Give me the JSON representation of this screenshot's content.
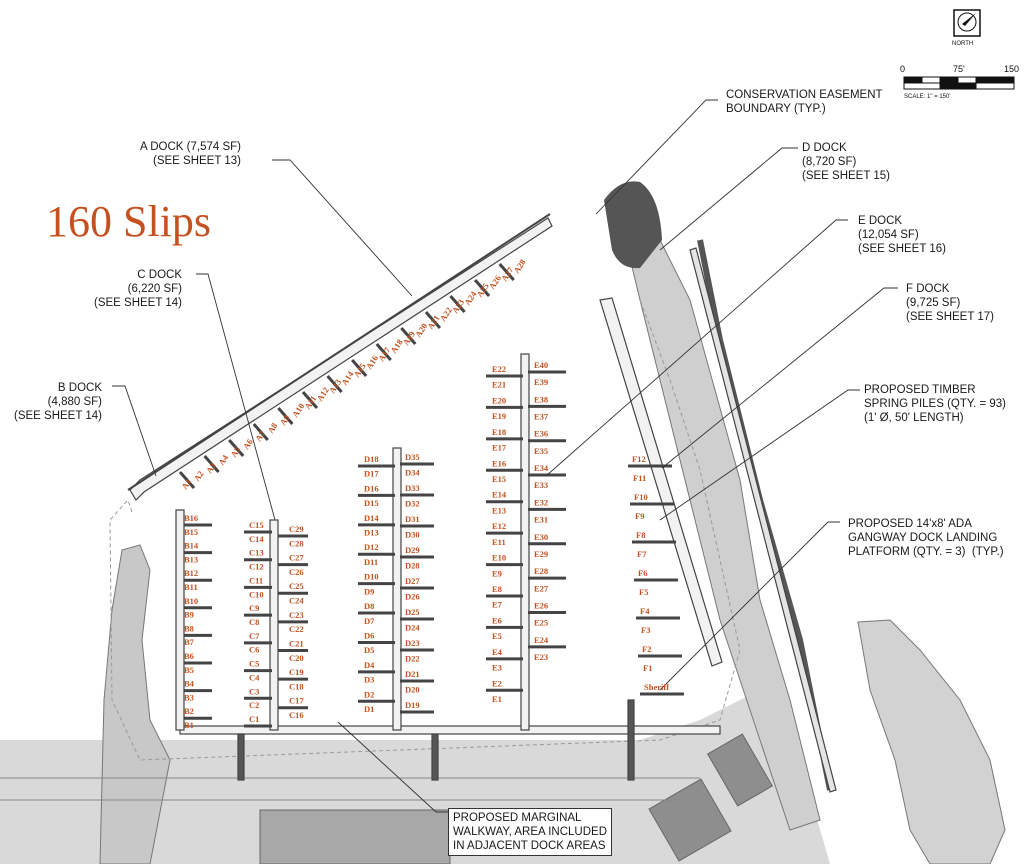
{
  "title": "160 Slips",
  "north_label": "NORTH",
  "scale": {
    "ticks": [
      "0",
      "75'",
      "150"
    ],
    "note": "SCALE: 1\" = 150'"
  },
  "callouts": {
    "a_dock": "A DOCK (7,574 SF)\n(SEE SHEET 13)",
    "c_dock": "C DOCK\n(6,220 SF)\n(SEE SHEET 14)",
    "b_dock": "B DOCK\n(4,880 SF)\n(SEE SHEET 14)",
    "conservation": "CONSERVATION EASEMENT\nBOUNDARY (TYP.)",
    "d_dock": "D DOCK\n(8,720 SF)\n(SEE SHEET 15)",
    "e_dock": "E DOCK\n(12,054 SF)\n(SEE SHEET 16)",
    "f_dock": "F DOCK\n(9,725 SF)\n(SEE SHEET 17)",
    "piles": "PROPOSED TIMBER\nSPRING PILES (QTY. = 93)\n(1' Ø, 50' LENGTH)",
    "gangway": "PROPOSED 14'x8' ADA\nGANGWAY DOCK LANDING\nPLATFORM (QTY. = 3)  (TYP.)",
    "walkway": "PROPOSED MARGINAL\nWALKWAY, AREA INCLUDED\nIN ADJACENT DOCK AREAS"
  },
  "slips": {
    "A": [
      "A1",
      "A2",
      "A3",
      "A4",
      "A5",
      "A6",
      "A7",
      "A8",
      "A9",
      "A10",
      "A11",
      "A12",
      "A13",
      "A14",
      "A15",
      "A16",
      "A17",
      "A18",
      "A19",
      "A20",
      "A21",
      "A22",
      "A23",
      "A24",
      "A25",
      "A26",
      "A27",
      "A28"
    ],
    "B": [
      "B16",
      "B15",
      "B14",
      "B13",
      "B12",
      "B11",
      "B10",
      "B9",
      "B8",
      "B7",
      "B6",
      "B5",
      "B4",
      "B3",
      "B2",
      "B1"
    ],
    "C_left": [
      "C15",
      "C14",
      "C13",
      "C12",
      "C11",
      "C10",
      "C9",
      "C8",
      "C7",
      "C6",
      "C5",
      "C4",
      "C3",
      "C2",
      "C1"
    ],
    "C_right": [
      "C29",
      "C28",
      "C27",
      "C26",
      "C25",
      "C24",
      "C23",
      "C22",
      "C21",
      "C20",
      "C19",
      "C18",
      "C17",
      "C16"
    ],
    "D_left": [
      "D18",
      "D17",
      "D16",
      "D15",
      "D14",
      "D13",
      "D12",
      "D11",
      "D10",
      "D9",
      "D8",
      "D7",
      "D6",
      "D5",
      "D4",
      "D3",
      "D2",
      "D1"
    ],
    "D_right": [
      "D35",
      "D34",
      "D33",
      "D32",
      "D31",
      "D30",
      "D29",
      "D28",
      "D27",
      "D26",
      "D25",
      "D24",
      "D23",
      "D22",
      "D21",
      "D20",
      "D19"
    ],
    "E_left": [
      "E22",
      "E21",
      "E20",
      "E19",
      "E18",
      "E17",
      "E16",
      "E15",
      "E14",
      "E13",
      "E12",
      "E11",
      "E10",
      "E9",
      "E8",
      "E7",
      "E6",
      "E5",
      "E4",
      "E3",
      "E2",
      "E1"
    ],
    "E_right": [
      "E40",
      "E39",
      "E38",
      "E37",
      "E36",
      "E35",
      "E34",
      "E33",
      "E32",
      "E31",
      "E30",
      "E29",
      "E28",
      "E27",
      "E26",
      "E25",
      "E24",
      "E23"
    ],
    "F": [
      "F12",
      "F11",
      "F10",
      "F9",
      "F8",
      "F7",
      "F6",
      "F5",
      "F4",
      "F3",
      "F2",
      "F1",
      "Sheriff"
    ]
  },
  "colors": {
    "accent": "#c4511f",
    "linework": "#333333",
    "land": "#d9d9d9"
  }
}
